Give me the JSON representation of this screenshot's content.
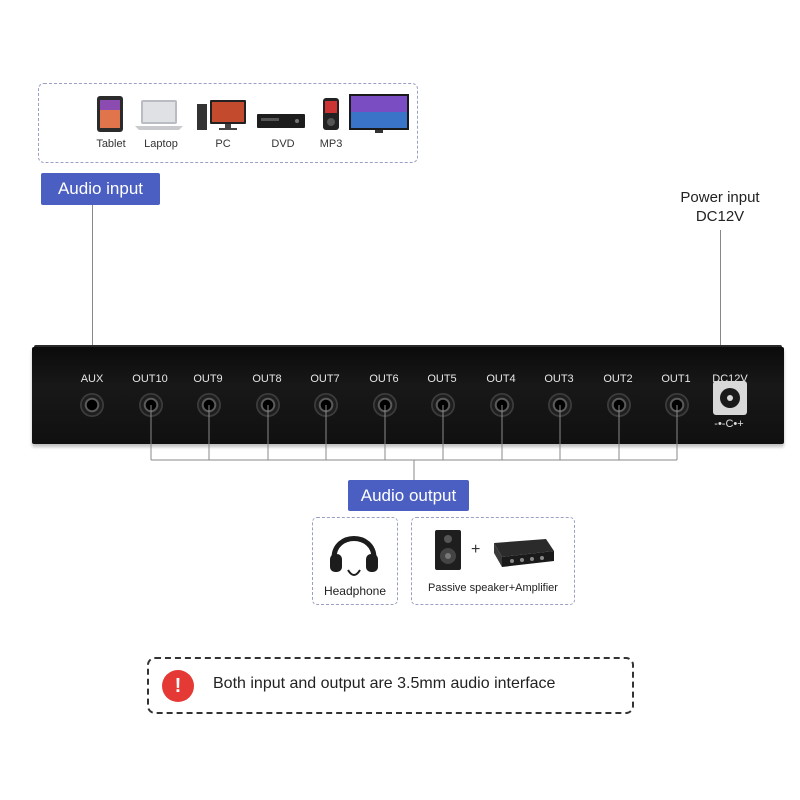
{
  "input": {
    "devices": [
      {
        "name": "tablet-icon",
        "label": "Tablet"
      },
      {
        "name": "laptop-icon",
        "label": "Laptop"
      },
      {
        "name": "pc-icon",
        "label": "PC"
      },
      {
        "name": "dvd-player-icon",
        "label": "DVD"
      },
      {
        "name": "mp3-player-icon",
        "label": "MP3"
      },
      {
        "name": "tv-icon",
        "label": ""
      }
    ],
    "tag": "Audio input"
  },
  "power": {
    "line1": "Power input",
    "line2": "DC12V"
  },
  "device": {
    "aux_label": "AUX",
    "outputs": [
      "OUT10",
      "OUT9",
      "OUT8",
      "OUT7",
      "OUT6",
      "OUT5",
      "OUT4",
      "OUT3",
      "OUT2",
      "OUT1"
    ],
    "dc_label": "DC12V",
    "dc_symbol": "-•-C•+"
  },
  "output": {
    "tag": "Audio output",
    "headphone_label": "Headphone",
    "speaker_label": "Passive speaker+Amplifier",
    "plus": "+"
  },
  "notice": {
    "icon": "!",
    "text": "Both input and output are 3.5mm audio interface"
  },
  "colors": {
    "tag_bg": "#4a5fc1",
    "dashed_border": "#9aa0c4",
    "notice_icon": "#e53935",
    "device_body": "#111111"
  }
}
